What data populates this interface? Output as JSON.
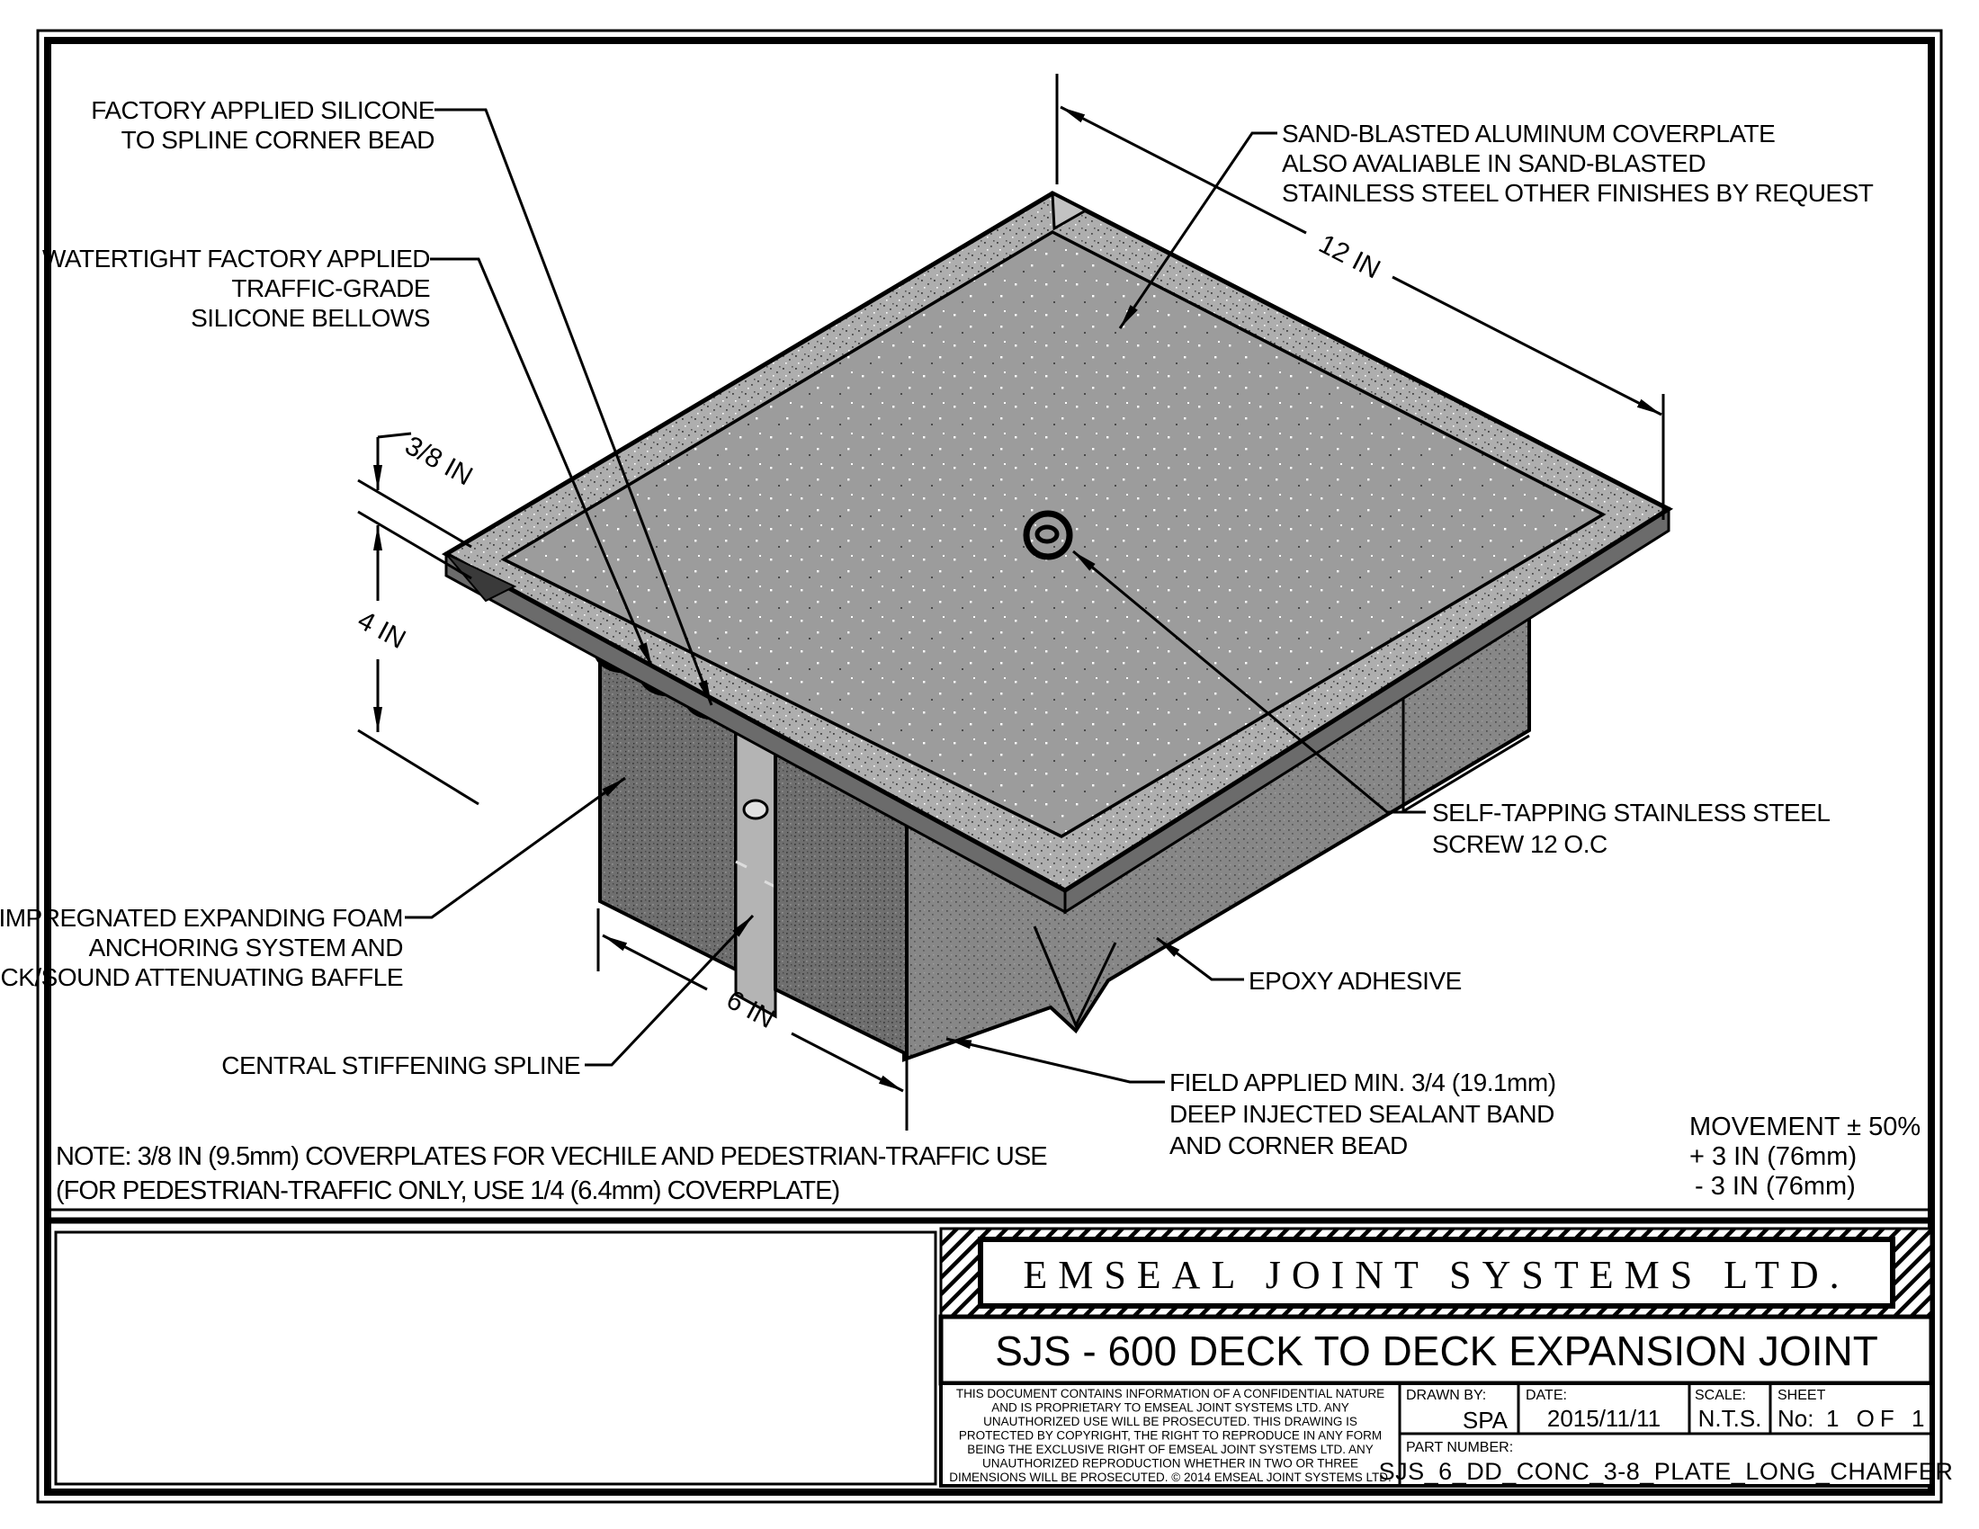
{
  "colors": {
    "line": "#000000",
    "background": "#ffffff",
    "plate_top": "#9c9c9c",
    "plate_bevel": "#aeaeae",
    "foam": "#6f6f6f",
    "spline": "#b4b4b4",
    "substrate": "#878787",
    "bellows_band": "#9a9a9a",
    "edge_strip": "#6b6b6b"
  },
  "drawing": {
    "dims": {
      "thickness": "3/8 IN",
      "depth": "4 IN",
      "width": "12 IN",
      "foam_width": "6 IN"
    },
    "labels": {
      "factory_silicone": [
        "FACTORY APPLIED SILICONE",
        "TO SPLINE CORNER BEAD"
      ],
      "bellows": [
        "WATERTIGHT FACTORY APPLIED",
        "TRAFFIC-GRADE",
        "SILICONE BELLOWS"
      ],
      "coverplate": [
        "SAND-BLASTED ALUMINUM COVERPLATE",
        "ALSO AVALIABLE IN SAND-BLASTED",
        "STAINLESS STEEL OTHER FINISHES BY REQUEST"
      ],
      "foam": [
        "IMPREGNATED EXPANDING FOAM",
        "ANCHORING SYSTEM AND",
        "SHOCK/SOUND ATTENUATING BAFFLE"
      ],
      "spline": "CENTRAL STIFFENING SPLINE",
      "screw": [
        "SELF-TAPPING STAINLESS STEEL",
        "SCREW 12 O.C"
      ],
      "epoxy": "EPOXY ADHESIVE",
      "sealant": [
        "FIELD APPLIED MIN. 3/4 (19.1mm)",
        "DEEP INJECTED SEALANT BAND",
        "AND CORNER BEAD"
      ],
      "movement": [
        "MOVEMENT ± 50%",
        "+ 3 IN (76mm)",
        "- 3 IN (76mm)"
      ],
      "note": [
        "NOTE: 3/8 IN (9.5mm) COVERPLATES FOR VECHILE AND PEDESTRIAN-TRAFFIC USE",
        "(FOR PEDESTRIAN-TRAFFIC ONLY, USE 1/4 (6.4mm) COVERPLATE)"
      ]
    }
  },
  "title_block": {
    "company": "EMSEAL JOINT SYSTEMS LTD.",
    "sheet_title": "SJS - 600 DECK TO DECK EXPANSION JOINT",
    "legal": [
      "THIS DOCUMENT CONTAINS INFORMATION OF A CONFIDENTIAL NATURE",
      "AND IS PROPRIETARY TO EMSEAL JOINT SYSTEMS LTD. ANY",
      "UNAUTHORIZED USE WILL BE PROSECUTED. THIS DRAWING IS",
      "PROTECTED BY COPYRIGHT, THE RIGHT TO REPRODUCE IN ANY FORM",
      "BEING THE EXCLUSIVE RIGHT OF EMSEAL JOINT SYSTEMS LTD. ANY",
      "UNAUTHORIZED REPRODUCTION WHETHER IN TWO OR THREE",
      "DIMENSIONS WILL BE PROSECUTED. © 2014 EMSEAL JOINT SYSTEMS LTD."
    ],
    "drawn_by_label": "DRAWN BY:",
    "drawn_by": "SPA",
    "date_label": "DATE:",
    "date": "2015/11/11",
    "scale_label": "SCALE:",
    "scale": "N.T.S.",
    "sheet_label": "SHEET",
    "sheet_no": "No:",
    "sheet_value": "1  OF  1",
    "part_label": "PART NUMBER:",
    "part_number": "SJS_6_DD_CONC_3-8_PLATE_LONG_CHAMFER"
  }
}
